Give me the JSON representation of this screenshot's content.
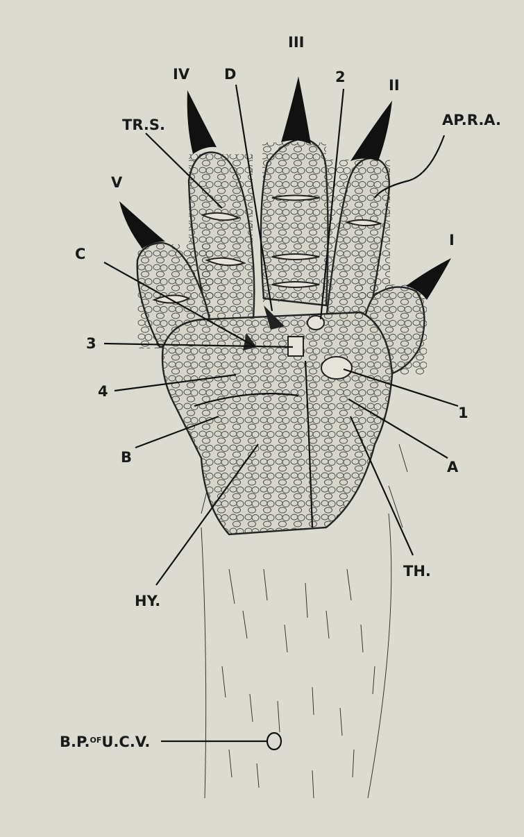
{
  "labels": {
    "digit_III": "III",
    "digit_IV": "IV",
    "digit_II": "II",
    "digit_V": "V",
    "digit_I": "I",
    "D": "D",
    "num_2": "2",
    "TRS": "TR.S.",
    "APRA": "AP.R.A.",
    "C": "C",
    "num_3": "3",
    "num_4": "4",
    "num_1": "1",
    "B": "B",
    "A": "A",
    "TH": "TH.",
    "HY": "HY.",
    "BP_prefix": "B.P.",
    "BP_of": "OF",
    "BP_suffix": "U.C.V."
  },
  "colors": {
    "paper": "#dcdbd1",
    "ink": "#111111"
  }
}
